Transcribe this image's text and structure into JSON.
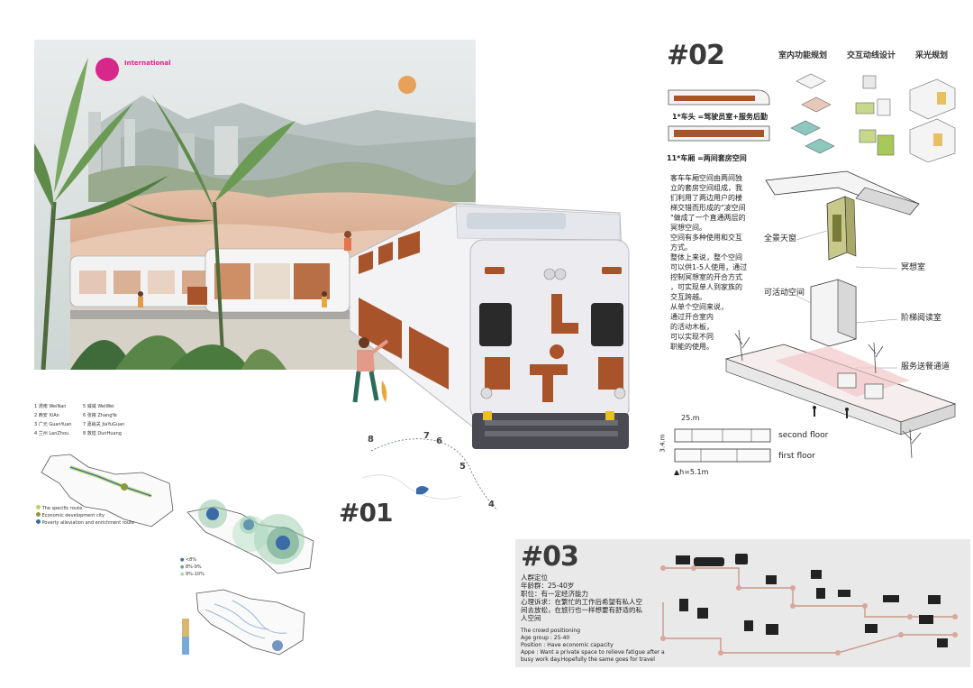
{
  "hero": {
    "brand_text": "International"
  },
  "section1": {
    "number": "#01",
    "cities": [
      {
        "num": "1",
        "cn": "渭南",
        "en": "WeiNan"
      },
      {
        "num": "2",
        "cn": "西安",
        "en": "XiAn"
      },
      {
        "num": "3",
        "cn": "广元",
        "en": "GuanYuan"
      },
      {
        "num": "4",
        "cn": "兰州",
        "en": "LanZhou"
      },
      {
        "num": "5",
        "cn": "威威",
        "en": "WeiWei"
      },
      {
        "num": "6",
        "cn": "张掖",
        "en": "ZhangYe"
      },
      {
        "num": "7",
        "cn": "嘉峪关",
        "en": "JiaYuGuan"
      },
      {
        "num": "8",
        "cn": "敦煌",
        "en": "DunHuang"
      }
    ],
    "legend": [
      "The specific route",
      "Economic development city",
      "Poverty alleviation and enrichment route"
    ],
    "legend2": [
      "<8%",
      "8%-9%",
      "9%-10%"
    ],
    "route_numbers": [
      "8",
      "7",
      "6",
      "5",
      "4"
    ]
  },
  "section2": {
    "number": "#02",
    "headers": [
      "室内功能规划",
      "交互动线设计",
      "采光规划"
    ],
    "car1": "1*车头 =驾驶员室+服务后勤",
    "car11": "11*车厢 =两间套房空间",
    "description": [
      "客车车厢空间由两间独",
      "立的套房空间组成，我",
      "们利用了两边用户的楼",
      "梯交错而形成的\"凌空间",
      "\"做成了一个直通两层的",
      "冥想空间。",
      "空间有多种使用和交互",
      "方式。",
      "整体上来说，整个空间",
      "可以供1-5人使用，通过",
      "控制冥想室的开合方式",
      "，可实现单人到家族的",
      "交互跨越。",
      "从单个空间来说，",
      "通过开合室内",
      "的活动木板，",
      "可以实现不同",
      "职能的使用。"
    ],
    "labels": {
      "skylight": "全景天窗",
      "meditation": "冥想室",
      "movable": "可活动空间",
      "stair": "阶梯阅读室",
      "service": "服务送餐通道"
    },
    "dims": {
      "length": "25.m",
      "height": "3.4.m",
      "h": "▲h=5.1m"
    },
    "floors": [
      "second floor",
      "first floor"
    ]
  },
  "section3": {
    "number": "#03",
    "cn_lines": [
      "人群定位",
      "年龄群：25-40岁",
      "职位：有一定经济能力",
      "心理诉求：在繁忙的工作后希望有私人空",
      "间去放松，在旅行也一样想要有舒适的私",
      "人空间"
    ],
    "en_lines": [
      "The crowd positioning",
      "Age group : 25-40",
      "Position : Have economic capacity",
      "Appe : Want a private space to relieve fatigue after a",
      "busy work day.Hopefully the same goes for travel"
    ]
  },
  "colors": {
    "rust": "#a8532a",
    "sun": "#e8a15b",
    "pink": "#d8278a",
    "olive": "#8a9a3a",
    "teal": "#5aa59a",
    "blue": "#3a6aa8"
  }
}
